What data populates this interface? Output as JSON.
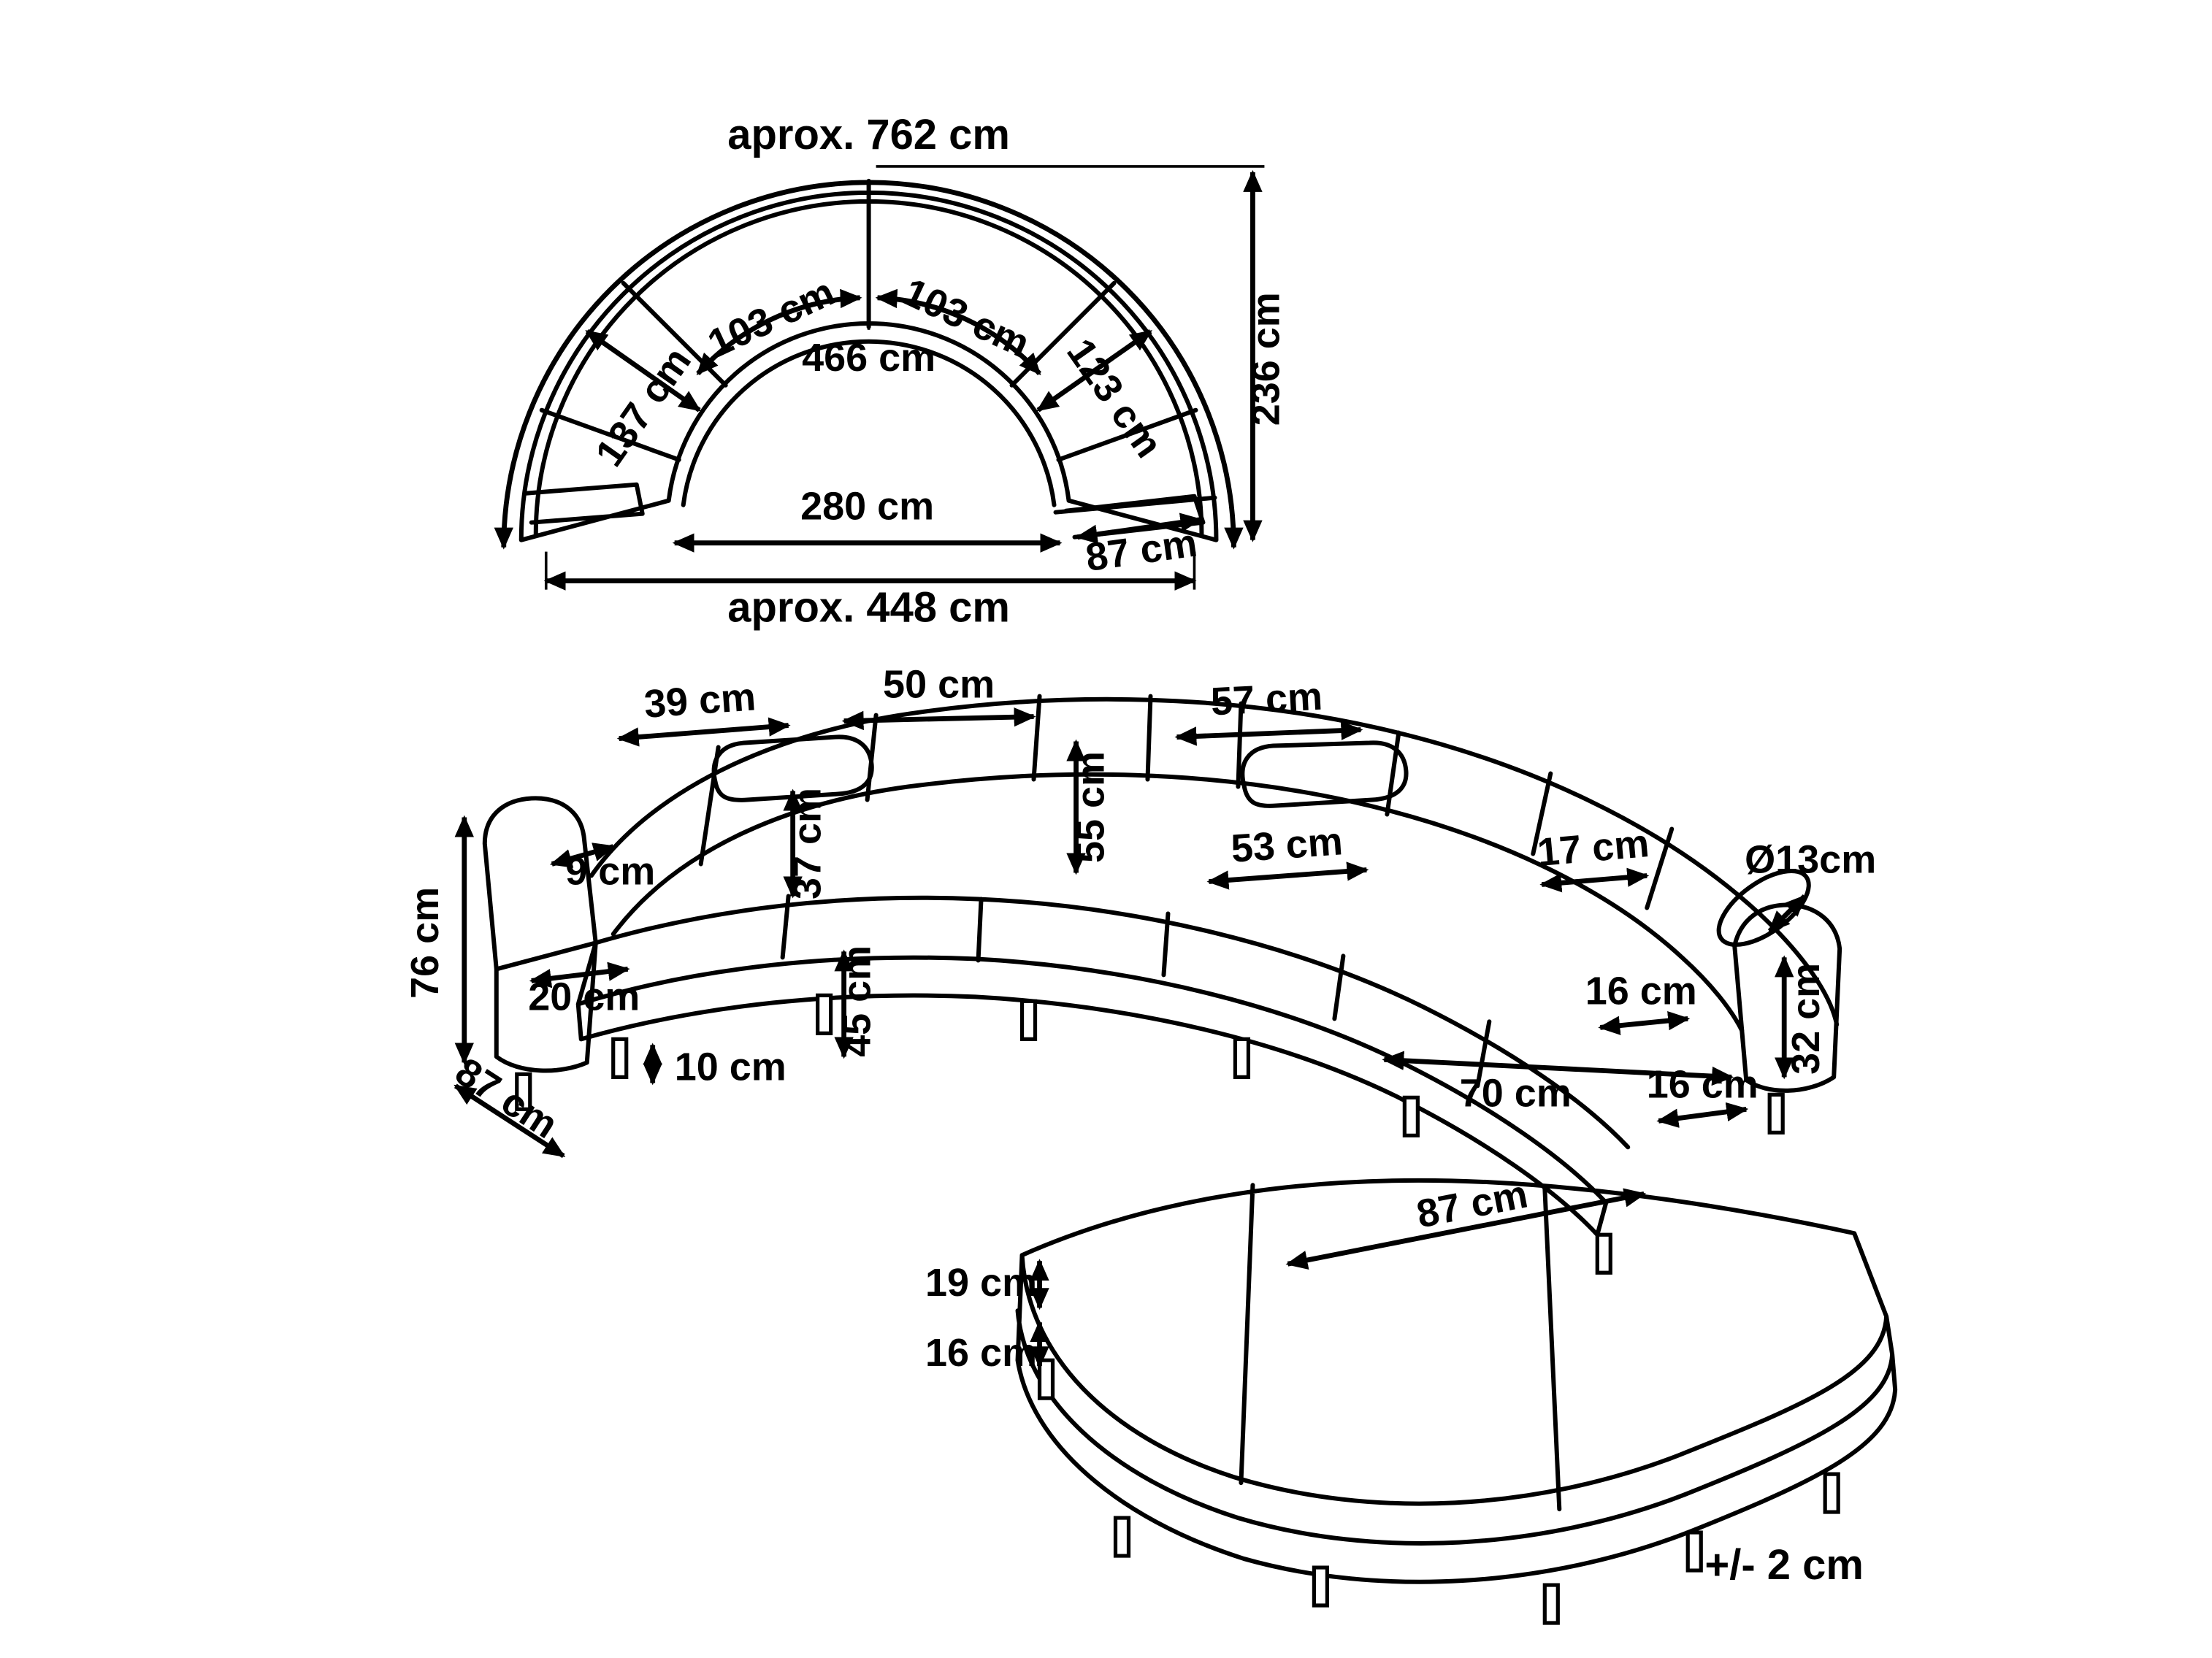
{
  "title": "Curved sectional sofa dimension diagram",
  "tolerance": "+/- 2 cm",
  "plan_view": {
    "outer_arc": "aprox. 762 cm",
    "seat_arc_left": "103 cm",
    "seat_arc_right": "103 cm",
    "inner_mid_arc": "466 cm",
    "left_section_depth": "137 cm",
    "right_section_depth": "123 cm",
    "inner_opening_width": "280 cm",
    "end_module_width": "87 cm",
    "overall_depth": "236 cm",
    "overall_width": "aprox. 448 cm"
  },
  "perspective_view": {
    "headrest_small_width": "39 cm",
    "back_cushion_mid_width": "50 cm",
    "headrest_large_width": "57 cm",
    "backrest_height": "55 cm",
    "headrest_height": "37 cm",
    "armrest_top_width": "9 cm",
    "back_cushion_width": "53 cm",
    "small_cushion_width": "17 cm",
    "neck_roll_diameter": "Ø13cm",
    "total_height": "76 cm",
    "armrest_depth": "20 cm",
    "seat_height": "45 cm",
    "right_cushion_width": "16 cm",
    "right_back_height": "32 cm",
    "leg_height": "10 cm",
    "side_depth": "87 cm",
    "chaise_inner_width": "70 cm",
    "right_base_width": "16 cm",
    "ottoman_width": "87 cm",
    "ottoman_cushion_height": "19 cm",
    "ottoman_base_height": "16 cm"
  }
}
